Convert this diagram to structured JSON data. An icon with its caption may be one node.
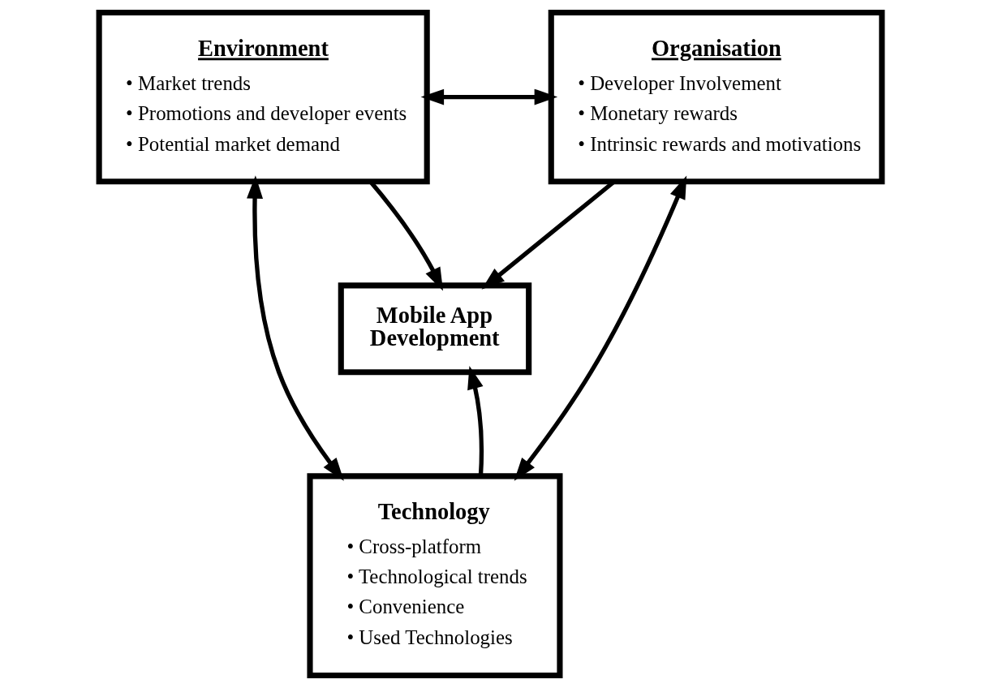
{
  "diagram": {
    "nodes": [
      {
        "text": [
          "Environment",
          "• Market trends",
          "• Promotions and developer events",
          "• Potential market demand"
        ]
      },
      {
        "text": [
          "Organisation",
          "• Developer Involvement",
          "• Monetary rewards",
          "• Intrinsic rewards and motivations"
        ]
      },
      {
        "text": [
          "Mobile App Development"
        ]
      },
      {
        "text": [
          "Technology",
          "• Cross-platform",
          "• Technological trends",
          "• Convenience",
          "• Used Technologies"
        ]
      }
    ],
    "edges": [
      {
        "from": 0,
        "to": 1,
        "arrow": "both"
      },
      {
        "from": 0,
        "to": 2,
        "arrow": "to"
      },
      {
        "from": 1,
        "to": 2,
        "arrow": "to"
      },
      {
        "from": 3,
        "to": 2,
        "arrow": "to"
      },
      {
        "from": 0,
        "to": 3,
        "arrow": "both"
      },
      {
        "from": 1,
        "to": 3,
        "arrow": "both"
      }
    ]
  }
}
